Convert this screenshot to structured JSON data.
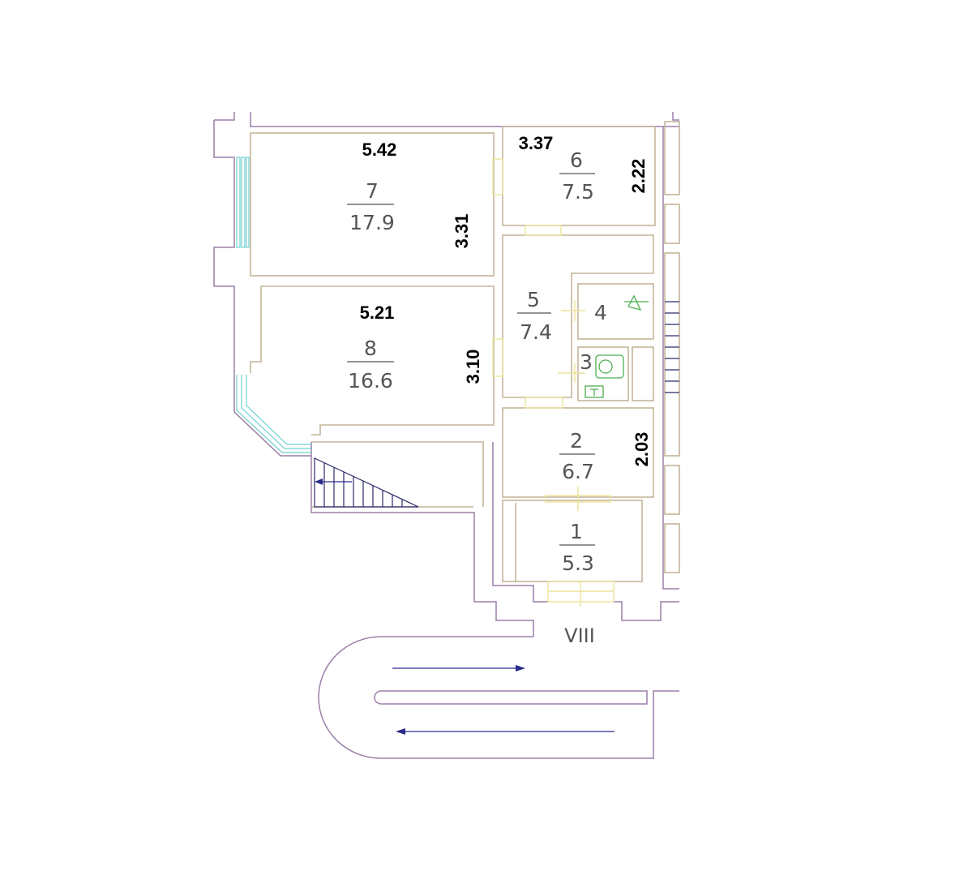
{
  "rooms": [
    {
      "number": "7",
      "area": "17.9"
    },
    {
      "number": "8",
      "area": "16.6"
    },
    {
      "number": "6",
      "area": "7.5"
    },
    {
      "number": "5",
      "area": "7.4"
    },
    {
      "number": "4",
      "area": ""
    },
    {
      "number": "3",
      "area": ""
    },
    {
      "number": "2",
      "area": "6.7"
    },
    {
      "number": "1",
      "area": "5.3"
    }
  ],
  "dimensions": {
    "room7_width": "5.42",
    "room7_depth": "3.31",
    "room8_width": "5.21",
    "room8_depth": "3.10",
    "room6_width": "3.37",
    "room6_depth": "2.22",
    "room2_depth": "2.03"
  },
  "entrance_label": "VIII",
  "colors": {
    "walls": "#c4b69a",
    "outer_walls": "#9b7fa8",
    "windows": "#6fd0d0",
    "doors": "#ece39a",
    "fixtures": "#4caf50",
    "arrows": "#2a2a8a"
  }
}
